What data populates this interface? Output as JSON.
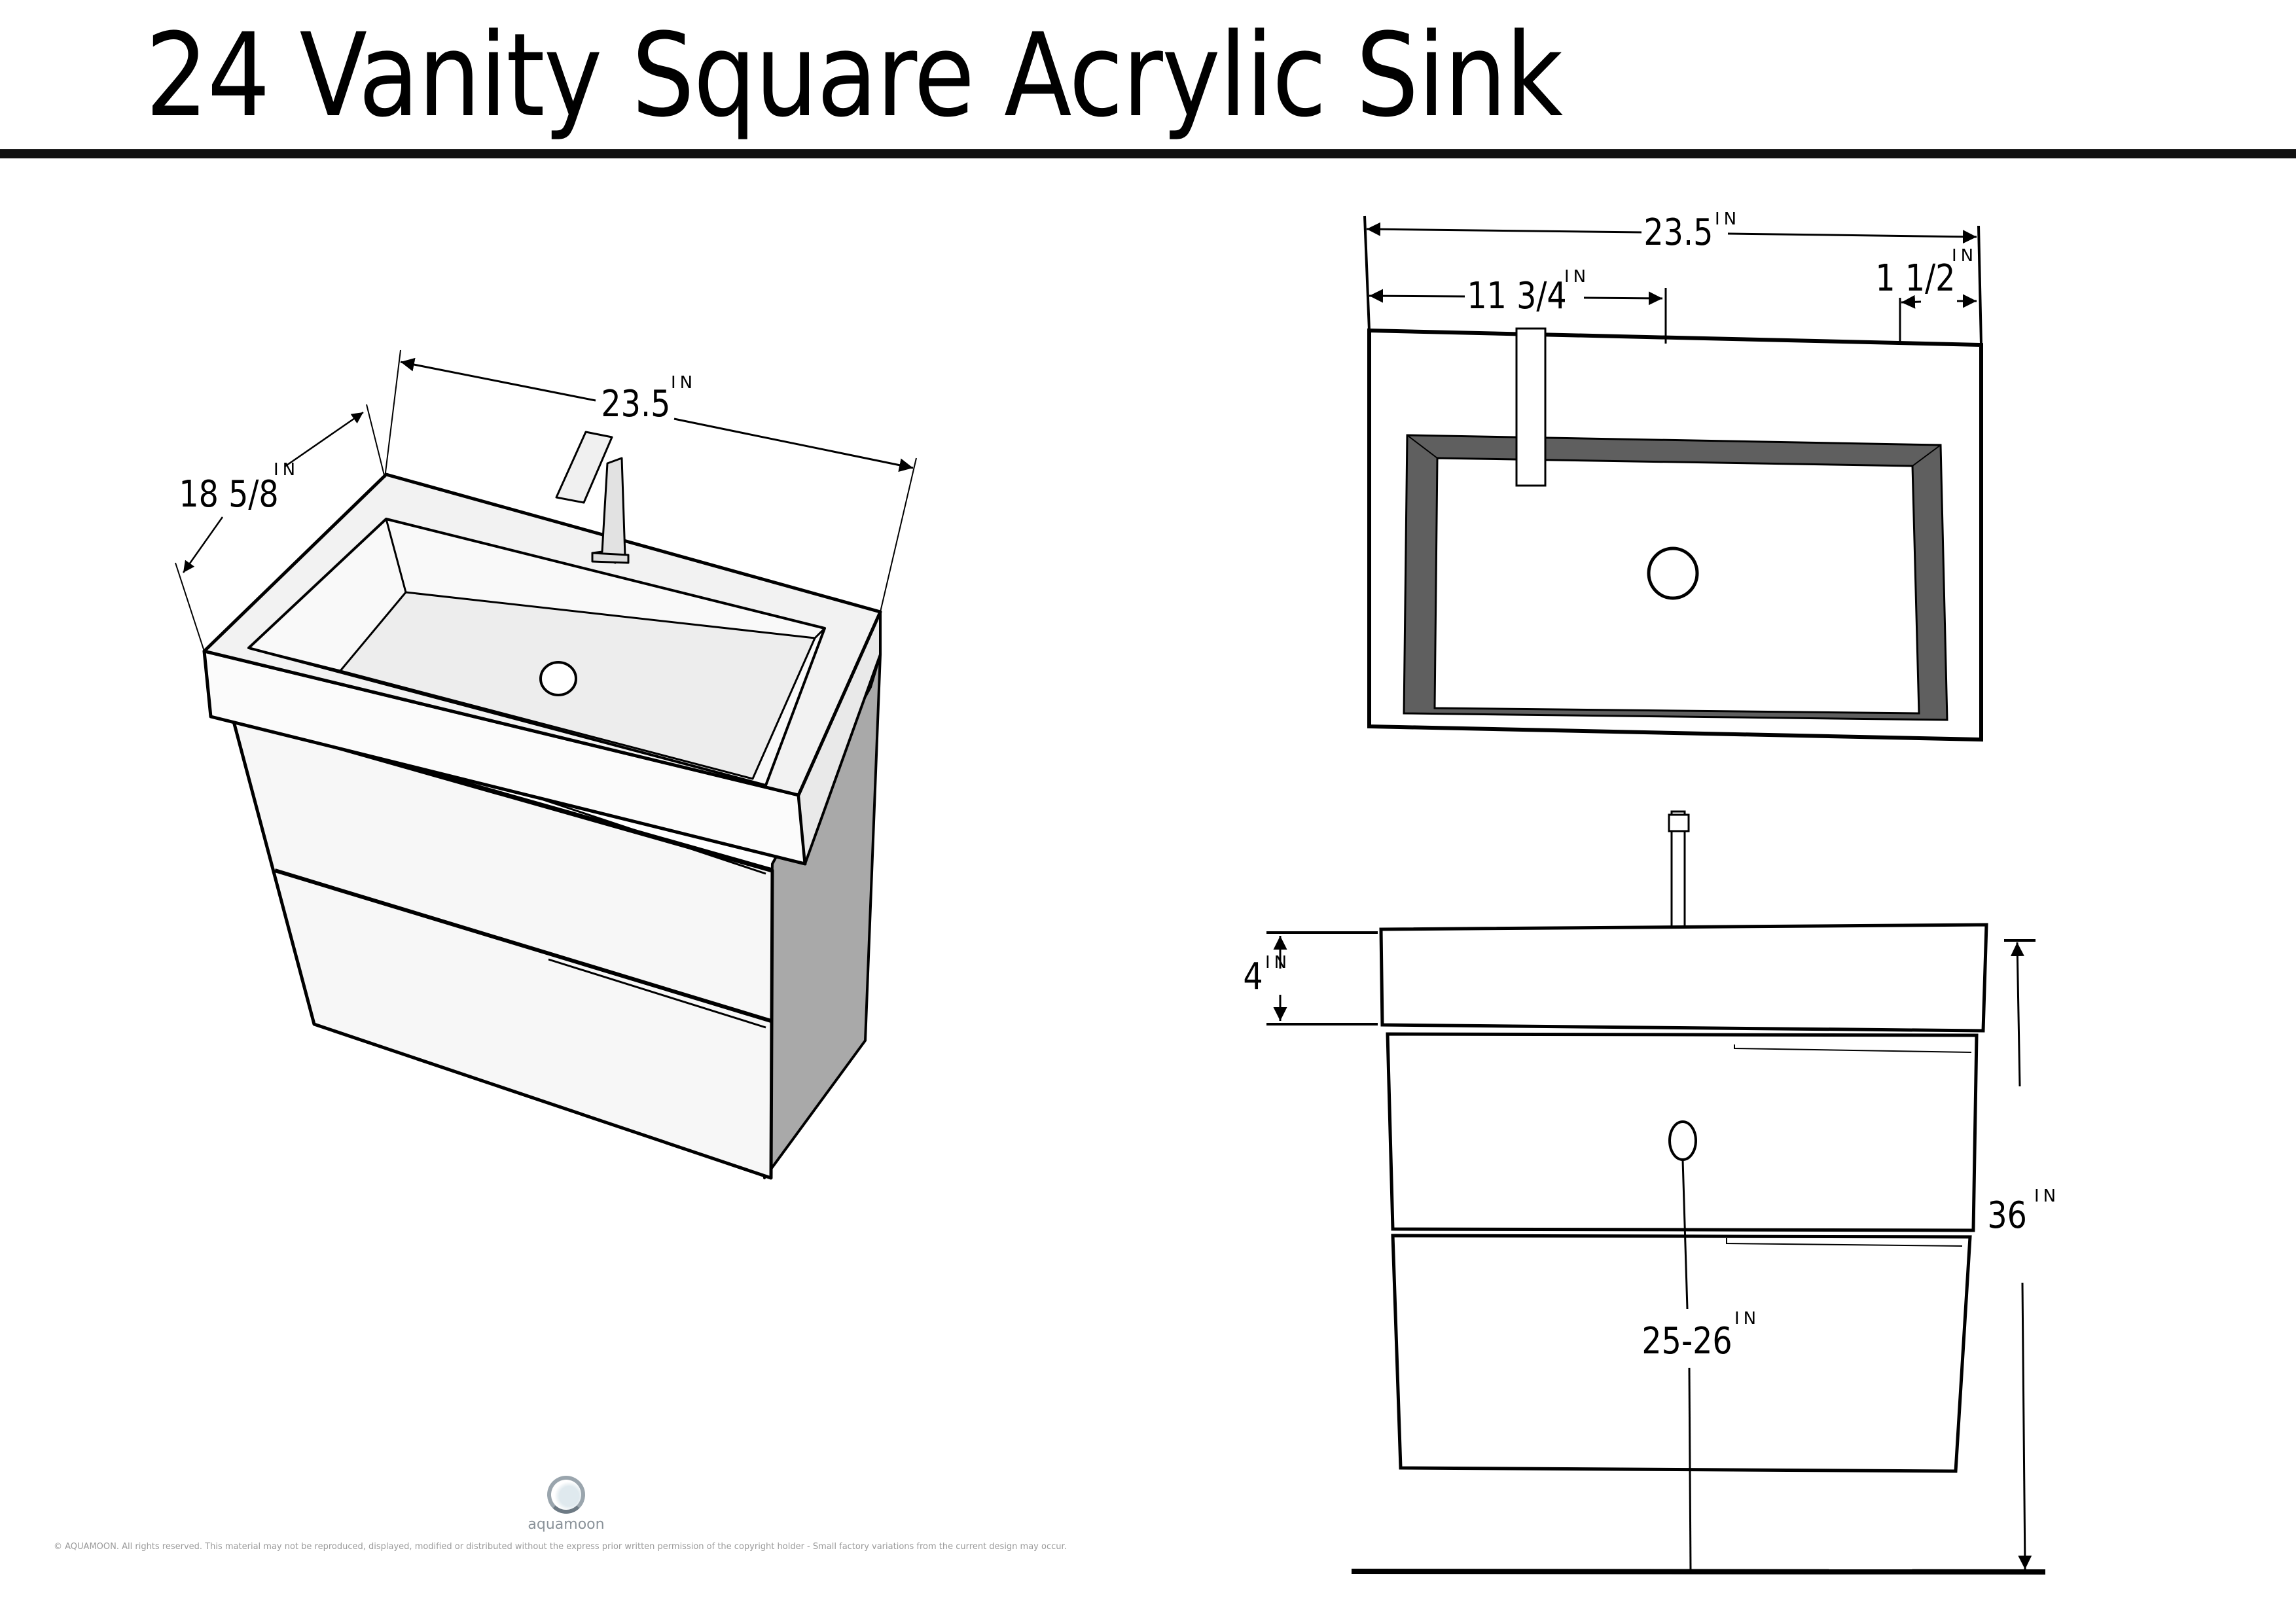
{
  "header": {
    "title": "24 Vanity Square Acrylic Sink"
  },
  "views": {
    "isometric": {
      "width": "23.5",
      "depth": "18 5/8",
      "unit": "IN"
    },
    "top": {
      "width": "23.5",
      "faucet_offset": "11 3/4",
      "back_margin": "1 1/2",
      "unit": "IN"
    },
    "front": {
      "sink_height": "4",
      "total_height": "36",
      "drain_height": "25-26",
      "unit": "IN"
    }
  },
  "footer": {
    "brand": "aquamoon",
    "copyright": "© AQUAMOON. All rights reserved. This material may not be reproduced, displayed, modified or distributed without the express prior written permission of the copyright holder - Small factory variations from the current design may occur."
  },
  "colors": {
    "line": "#000000",
    "shade_dark": "#5f5f5f",
    "side_panel": "#a9a9a9",
    "face_light": "#f4f4f4"
  }
}
